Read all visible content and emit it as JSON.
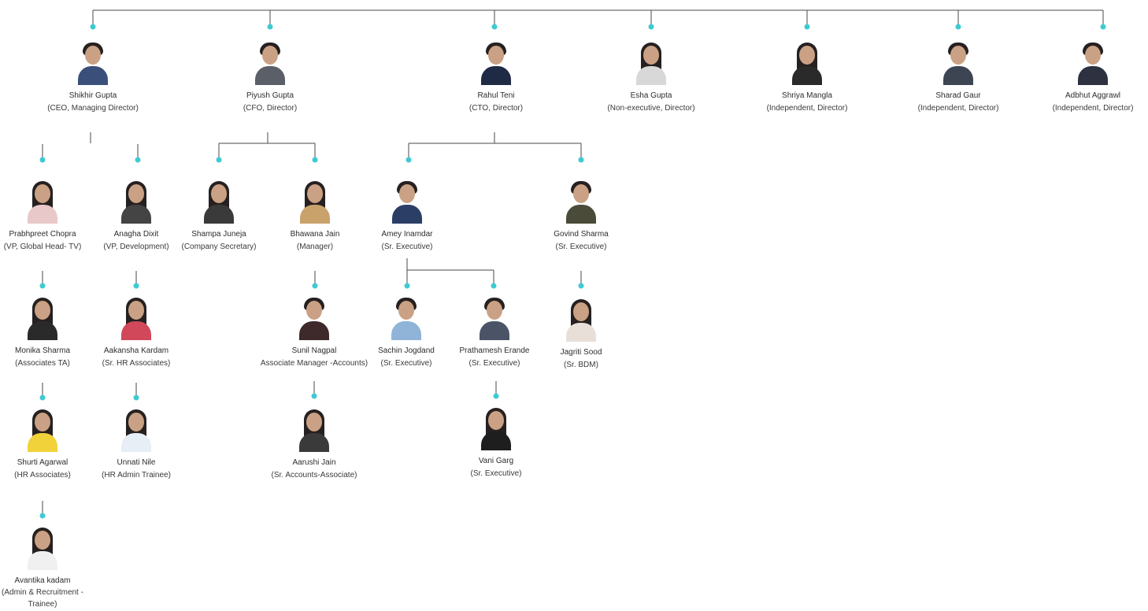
{
  "accent_dot_color": "#3fcad2",
  "line_color": "#4a4a4a",
  "people": [
    {
      "id": "shikhir",
      "name": "Shikhir Gupta",
      "role": "(CEO, Managing Director)",
      "icon": "person-avatar-icon",
      "gender": "male",
      "shirt": "#3a4f7a"
    },
    {
      "id": "piyush",
      "name": "Piyush Gupta",
      "role": "(CFO, Director)",
      "icon": "person-avatar-icon",
      "gender": "male",
      "shirt": "#5a5f68"
    },
    {
      "id": "rahul",
      "name": "Rahul Teni",
      "role": "(CTO, Director)",
      "icon": "person-avatar-icon",
      "gender": "male",
      "shirt": "#1f2a44"
    },
    {
      "id": "esha",
      "name": "Esha Gupta",
      "role": "(Non-executive, Director)",
      "icon": "person-avatar-icon",
      "gender": "female",
      "shirt": "#d8d8d8"
    },
    {
      "id": "shriya",
      "name": "Shriya Mangla",
      "role": "(Independent, Director)",
      "icon": "person-avatar-icon",
      "gender": "female",
      "shirt": "#2a2a2a"
    },
    {
      "id": "sharad",
      "name": "Sharad Gaur",
      "role": "(Independent, Director)",
      "icon": "person-avatar-icon",
      "gender": "male",
      "shirt": "#3d4452"
    },
    {
      "id": "adbhut",
      "name": "Adbhut Aggrawl",
      "role": "(Independent, Director)",
      "icon": "person-avatar-icon",
      "gender": "male",
      "shirt": "#2d3140"
    },
    {
      "id": "prabhpreet",
      "name": "Prabhpreet Chopra",
      "role": "(VP, Global Head- TV)",
      "icon": "person-avatar-icon",
      "gender": "female",
      "shirt": "#e8c8c8"
    },
    {
      "id": "anagha",
      "name": "Anagha Dixit",
      "role": "(VP, Development)",
      "icon": "person-avatar-icon",
      "gender": "female",
      "shirt": "#444444"
    },
    {
      "id": "shampa",
      "name": "Shampa Juneja",
      "role": "(Company Secretary)",
      "icon": "person-avatar-icon",
      "gender": "female",
      "shirt": "#3a3a3a"
    },
    {
      "id": "bhawana",
      "name": "Bhawana Jain",
      "role": "(Manager)",
      "icon": "person-avatar-icon",
      "gender": "female",
      "shirt": "#c9a26b"
    },
    {
      "id": "amey",
      "name": "Amey Inamdar",
      "role": "(Sr. Executive)",
      "icon": "person-avatar-icon",
      "gender": "male",
      "shirt": "#2b3e66"
    },
    {
      "id": "govind",
      "name": "Govind Sharma",
      "role": "(Sr. Executive)",
      "icon": "person-avatar-icon",
      "gender": "male",
      "shirt": "#4b4b3a"
    },
    {
      "id": "monika",
      "name": "Monika Sharma",
      "role": "(Associates TA)",
      "icon": "person-avatar-icon",
      "gender": "female",
      "shirt": "#2a2a2a"
    },
    {
      "id": "aakansha",
      "name": "Aakansha Kardam",
      "role": "(Sr. HR Associates)",
      "icon": "person-avatar-icon",
      "gender": "female",
      "shirt": "#d0485a"
    },
    {
      "id": "sunil",
      "name": "Sunil Nagpal",
      "role": "Associate Manager -Accounts)",
      "icon": "person-avatar-icon",
      "gender": "male",
      "shirt": "#3e2a2a"
    },
    {
      "id": "sachin",
      "name": "Sachin Jogdand",
      "role": "(Sr. Executive)",
      "icon": "person-avatar-icon",
      "gender": "male",
      "shirt": "#8fb4d8"
    },
    {
      "id": "prathamesh",
      "name": "Prathamesh Erande",
      "role": "(Sr. Executive)",
      "icon": "person-avatar-icon",
      "gender": "male",
      "shirt": "#4a5466"
    },
    {
      "id": "jagriti",
      "name": "Jagriti Sood",
      "role": "(Sr. BDM)",
      "icon": "person-avatar-icon",
      "gender": "female",
      "shirt": "#e8e0d8"
    },
    {
      "id": "shurti",
      "name": "Shurti Agarwal",
      "role": "(HR Associates)",
      "icon": "person-avatar-icon",
      "gender": "female",
      "shirt": "#f2d23a"
    },
    {
      "id": "unnati",
      "name": "Unnati Nile",
      "role": "(HR Admin Trainee)",
      "icon": "person-avatar-icon",
      "gender": "female",
      "shirt": "#e8eef5"
    },
    {
      "id": "aarushi",
      "name": "Aarushi Jain",
      "role": "(Sr. Accounts-Associate)",
      "icon": "person-avatar-icon",
      "gender": "female",
      "shirt": "#3a3a3a"
    },
    {
      "id": "vani",
      "name": "Vani Garg",
      "role": "(Sr. Executive)",
      "icon": "person-avatar-icon",
      "gender": "female",
      "shirt": "#1e1e1e"
    },
    {
      "id": "avantika",
      "name": "Avantika kadam",
      "role": "(Admin & Recruitment - Trainee)",
      "icon": "person-avatar-icon",
      "gender": "female",
      "shirt": "#f0f0f0"
    }
  ]
}
